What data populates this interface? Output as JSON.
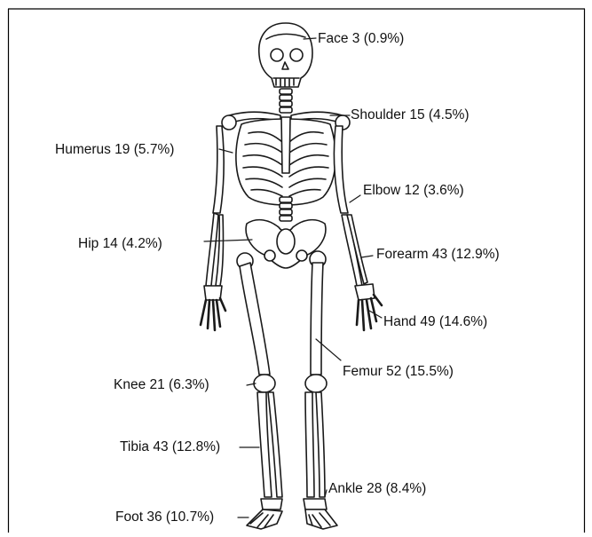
{
  "labels": {
    "face": "Face 3 (0.9%)",
    "shoulder": "Shoulder 15 (4.5%)",
    "humerus": "Humerus 19 (5.7%)",
    "elbow": "Elbow 12 (3.6%)",
    "hip": "Hip 14 (4.2%)",
    "forearm": "Forearm 43 (12.9%)",
    "hand": "Hand 49 (14.6%)",
    "femur": "Femur 52 (15.5%)",
    "knee": "Knee 21 (6.3%)",
    "tibia": "Tibia 43 (12.8%)",
    "ankle": "Ankle 28 (8.4%)",
    "foot": "Foot 36 (10.7%)"
  },
  "colors": {
    "line": "#1a1a1a",
    "bone": "#ffffff",
    "frame": "#000000"
  }
}
